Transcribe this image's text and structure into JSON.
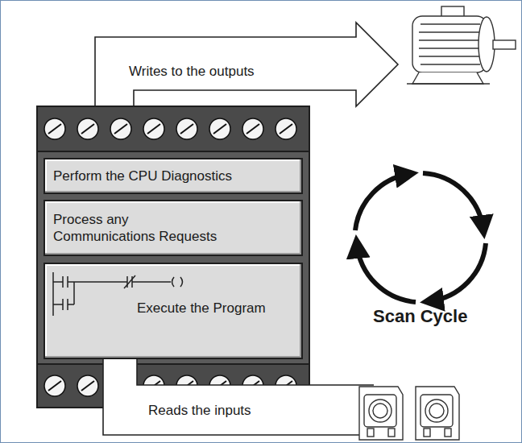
{
  "diagram": {
    "nodes": [
      {
        "text": [
          "Perform the CPU Diagnostics"
        ]
      },
      {
        "text": [
          "Process any Communications Requests"
        ]
      },
      {
        "text": [
          "Execute the Program"
        ]
      }
    ],
    "labels": [
      "Writes to the outputs",
      "Scan Cycle",
      "Reads the inputs"
    ]
  }
}
